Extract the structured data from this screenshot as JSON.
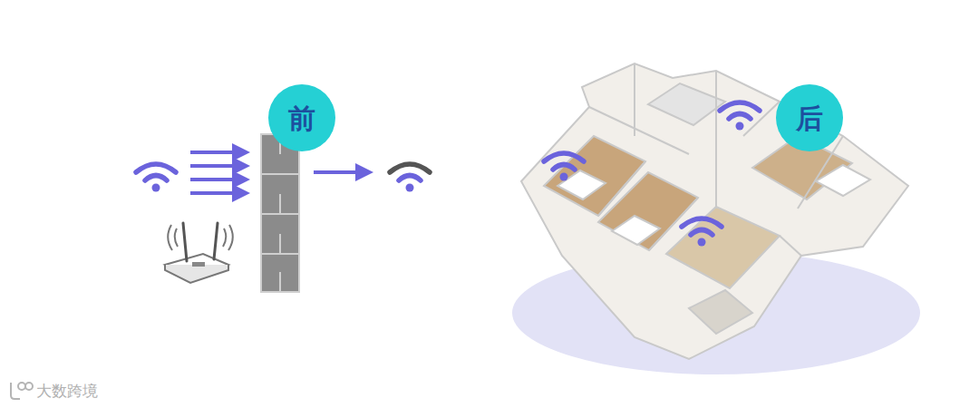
{
  "diagram": {
    "nodes": [
      {
        "text": [
          "前"
        ]
      },
      {
        "text": [
          "后"
        ]
      }
    ],
    "labels": [
      "大数跨境"
    ]
  }
}
